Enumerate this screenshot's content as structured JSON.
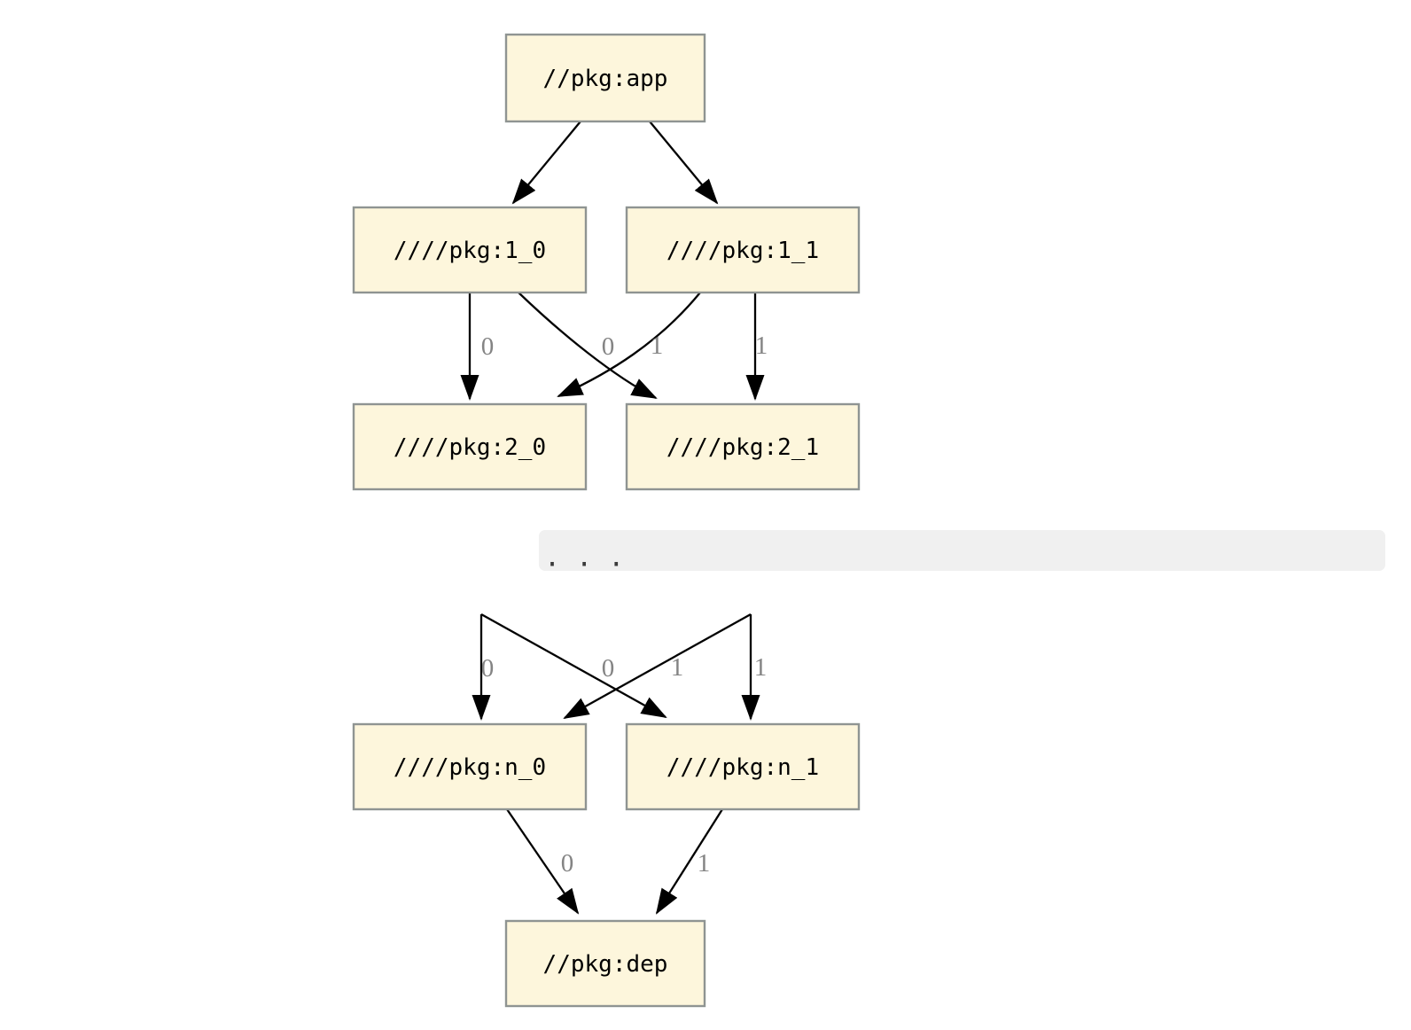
{
  "diagram": {
    "description": "Build dependency graph of bazel-style package labels",
    "nodes": {
      "app": {
        "label": "//pkg:app"
      },
      "l1_0": {
        "label": "////pkg:1_0"
      },
      "l1_1": {
        "label": "////pkg:1_1"
      },
      "l2_0": {
        "label": "////pkg:2_0"
      },
      "l2_1": {
        "label": "////pkg:2_1"
      },
      "ln_0": {
        "label": "////pkg:n_0"
      },
      "ln_1": {
        "label": "////pkg:n_1"
      },
      "dep": {
        "label": "//pkg:dep"
      }
    },
    "edge_labels": {
      "e_1_0__2_0": "0",
      "e_1_0__2_1": "1",
      "e_1_1__2_0": "0",
      "e_1_1__2_1": "1",
      "e_prev__n_0_straight": "0",
      "e_prev__n_1_cross": "1",
      "e_prev__n_0_cross": "0",
      "e_prev__n_1_straight": "1",
      "e_n_0__dep": "0",
      "e_n_1__dep": "1"
    },
    "ellipsis_text": ". . .",
    "colors": {
      "node_fill": "#fdf6dc",
      "node_border": "#8f9492",
      "node_text": "#000000",
      "edge": "#000000",
      "edge_label": "#848484",
      "band_fill": "#f0f0f0",
      "band_dots": "#3a3a3a",
      "background": "#ffffff"
    }
  }
}
